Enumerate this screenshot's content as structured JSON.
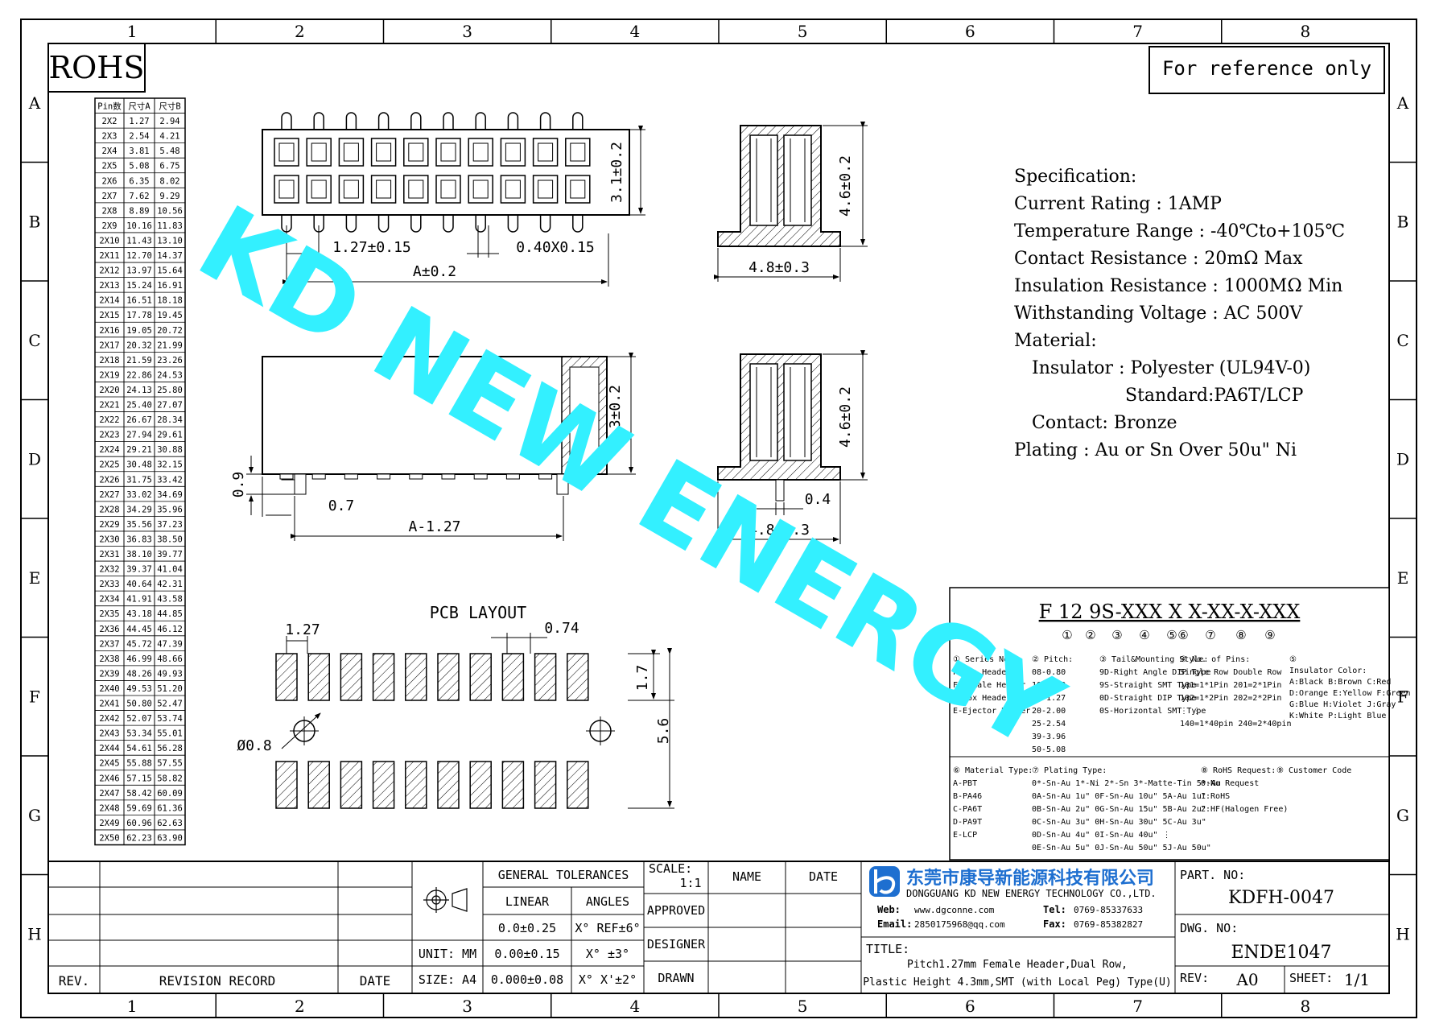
{
  "drawing": {
    "zone_columns": [
      "1",
      "2",
      "3",
      "4",
      "5",
      "6",
      "7",
      "8"
    ],
    "zone_rows": [
      "A",
      "B",
      "C",
      "D",
      "E",
      "F",
      "G",
      "H"
    ],
    "rohs": "ROHS",
    "reference_note": "For reference only",
    "watermark": "KD NEW ENERGY",
    "pin_table": {
      "headers": [
        "Pin数",
        "尺寸A",
        "尺寸B"
      ],
      "rows": [
        [
          "2X2",
          "1.27",
          "2.94"
        ],
        [
          "2X3",
          "2.54",
          "4.21"
        ],
        [
          "2X4",
          "3.81",
          "5.48"
        ],
        [
          "2X5",
          "5.08",
          "6.75"
        ],
        [
          "2X6",
          "6.35",
          "8.02"
        ],
        [
          "2X7",
          "7.62",
          "9.29"
        ],
        [
          "2X8",
          "8.89",
          "10.56"
        ],
        [
          "2X9",
          "10.16",
          "11.83"
        ],
        [
          "2X10",
          "11.43",
          "13.10"
        ],
        [
          "2X11",
          "12.70",
          "14.37"
        ],
        [
          "2X12",
          "13.97",
          "15.64"
        ],
        [
          "2X13",
          "15.24",
          "16.91"
        ],
        [
          "2X14",
          "16.51",
          "18.18"
        ],
        [
          "2X15",
          "17.78",
          "19.45"
        ],
        [
          "2X16",
          "19.05",
          "20.72"
        ],
        [
          "2X17",
          "20.32",
          "21.99"
        ],
        [
          "2X18",
          "21.59",
          "23.26"
        ],
        [
          "2X19",
          "22.86",
          "24.53"
        ],
        [
          "2X20",
          "24.13",
          "25.80"
        ],
        [
          "2X21",
          "25.40",
          "27.07"
        ],
        [
          "2X22",
          "26.67",
          "28.34"
        ],
        [
          "2X23",
          "27.94",
          "29.61"
        ],
        [
          "2X24",
          "29.21",
          "30.88"
        ],
        [
          "2X25",
          "30.48",
          "32.15"
        ],
        [
          "2X26",
          "31.75",
          "33.42"
        ],
        [
          "2X27",
          "33.02",
          "34.69"
        ],
        [
          "2X28",
          "34.29",
          "35.96"
        ],
        [
          "2X29",
          "35.56",
          "37.23"
        ],
        [
          "2X30",
          "36.83",
          "38.50"
        ],
        [
          "2X31",
          "38.10",
          "39.77"
        ],
        [
          "2X32",
          "39.37",
          "41.04"
        ],
        [
          "2X33",
          "40.64",
          "42.31"
        ],
        [
          "2X34",
          "41.91",
          "43.58"
        ],
        [
          "2X35",
          "43.18",
          "44.85"
        ],
        [
          "2X36",
          "44.45",
          "46.12"
        ],
        [
          "2X37",
          "45.72",
          "47.39"
        ],
        [
          "2X38",
          "46.99",
          "48.66"
        ],
        [
          "2X39",
          "48.26",
          "49.93"
        ],
        [
          "2X40",
          "49.53",
          "51.20"
        ],
        [
          "2X41",
          "50.80",
          "52.47"
        ],
        [
          "2X42",
          "52.07",
          "53.74"
        ],
        [
          "2X43",
          "53.34",
          "55.01"
        ],
        [
          "2X44",
          "54.61",
          "56.28"
        ],
        [
          "2X45",
          "55.88",
          "57.55"
        ],
        [
          "2X46",
          "57.15",
          "58.82"
        ],
        [
          "2X47",
          "58.42",
          "60.09"
        ],
        [
          "2X48",
          "59.69",
          "61.36"
        ],
        [
          "2X49",
          "60.96",
          "62.63"
        ],
        [
          "2X50",
          "62.23",
          "63.90"
        ]
      ]
    },
    "dims": {
      "top_height": "3.1±0.2",
      "pitch": "1.27±0.15",
      "pin_width": "0.40X0.15",
      "length_a": "A±0.2",
      "side_height_1": "4.6±0.2",
      "side_width_1": "4.8±0.3",
      "front_height": "4.3±0.2",
      "standoff": "0.9",
      "peg_offset": "0.7",
      "peg_span": "A-1.27",
      "side_height_2": "4.6±0.2",
      "peg_width": "0.4",
      "side_width_2": "4.8±0.3"
    },
    "pcb_layout": {
      "title": "PCB LAYOUT",
      "pitch": "1.27",
      "pad_width": "0.74",
      "pad_height": "1.7",
      "row_span": "5.6",
      "hole": "Ø0.8"
    },
    "specification": [
      "Specification:",
      "Current Rating : 1AMP",
      "Temperature Range : -40℃to+105℃",
      "Contact Resistance : 20mΩ Max",
      "Insulation Resistance : 1000MΩ Min",
      "Withstanding Voltage : AC 500V",
      "Material:",
      "Insulator : Polyester (UL94V-0)",
      "Standard:PA6T/LCP",
      "Contact: Bronze",
      "Plating : Au or Sn Over 50u\" Ni"
    ],
    "part_code": {
      "code": "F 12 9S-XXX X X-XX-X-XXX",
      "markers": [
        "①",
        "②",
        "③",
        "④",
        "⑤",
        "⑥",
        "⑦",
        "⑧",
        "⑨"
      ]
    },
    "legend": {
      "series": [
        "① Series No:",
        "P-Pin Header",
        "F-Female Header",
        "B-Box Header",
        "E-Ejector Header"
      ],
      "pitch": [
        "② Pitch:",
        "08-0.80",
        "10-1.00",
        "12-1.27",
        "20-2.00",
        "25-2.54",
        "39-3.96",
        "50-5.08"
      ],
      "style": [
        "③ Tail&Mounting Style:",
        "9D-Right Angle DIP Type",
        "9S-Straight SMT Type",
        "0D-Straight DIP Type",
        "0S-Horizontal SMT Type"
      ],
      "pins": [
        "④ No. of Pins:",
        "Single Row  Double Row",
        "101=1*1Pin  201=2*1Pin",
        "102=1*2Pin  202=2*2Pin",
        "  ⋮             ⋮",
        "140=1*40pin  240=2*40pin"
      ],
      "color": [
        "⑤",
        "Insulator Color:",
        "A:Black  B:Brown  C:Red",
        "D:Orange E:Yellow F:Green",
        "G:Blue   H:Violet J:Gray",
        "K:White  P:Light Blue"
      ],
      "material": [
        "⑥ Material Type:",
        "A-PBT",
        "B-PA46",
        "C-PA6T",
        "D-PA9T",
        "E-LCP"
      ],
      "plating": [
        "⑦ Plating Type:",
        "0*-Sn-Au 1*-Ni 2*-Sn 3*-Matte-Tin 5*-Au",
        "0A-Sn-Au 1u\" 0F-Sn-Au 10u\"  5A-Au 1u\"",
        "0B-Sn-Au 2u\" 0G-Sn-Au 15u\"  5B-Au 2u\"",
        "0C-Sn-Au 3u\" 0H-Sn-Au 30u\"  5C-Au 3u\"",
        "0D-Sn-Au 4u\" 0I-Sn-Au 40u\"     ⋮",
        "0E-Sn-Au 5u\" 0J-Sn-Au 50u\"  5J-Au 50u\""
      ],
      "rohs": [
        "⑧ RoHS Request:",
        "0:No Request",
        "1:RoHS",
        "2:HF(Halogen Free)"
      ],
      "customer": [
        "⑨ Customer Code"
      ]
    },
    "title_block": {
      "rev": "REV.",
      "revision_record": "REVISION RECORD",
      "date": "DATE",
      "general_tolerances": "GENERAL TOLERANCES",
      "linear": "LINEAR",
      "angles": "ANGLES",
      "tol_rows": [
        [
          "0.0±0.25",
          "X° REF±6°"
        ],
        [
          "0.00±0.15",
          "X° ±3°"
        ],
        [
          "0.000±0.08",
          "X° X'±2°"
        ]
      ],
      "unit": "UNIT: MM",
      "size": "SIZE: A4",
      "scale": "SCALE:",
      "scale_val": "1:1",
      "name": "NAME",
      "date2": "DATE",
      "approved": "APPROVED",
      "designer": "DESIGNER",
      "drawn": "DRAWN",
      "company_cn": "东莞市康导新能源科技有限公司",
      "company_en": "DONGGUANG KD NEW ENERGY TECHNOLOGY CO.,LTD.",
      "web_label": "Web:",
      "web": "www.dgconne.com",
      "tel_label": "Tel:",
      "tel": "0769-85337633",
      "email_label": "Email:",
      "email": "2850175968@qq.com",
      "fax_label": "Fax:",
      "fax": "0769-85382827",
      "title_label": "TITLE:",
      "title_line1": "Pitch1.27mm Female Header,Dual Row,",
      "title_line2": "Plastic Height 4.3mm,SMT (with Local Peg) Type(U)",
      "part_no_label": "PART. NO:",
      "part_no": "KDFH-0047",
      "dwg_no_label": "DWG. NO:",
      "dwg_no": "ENDE1047",
      "rev_label": "REV:",
      "rev_val": "A0",
      "sheet_label": "SHEET:",
      "sheet_val": "1/1"
    }
  }
}
